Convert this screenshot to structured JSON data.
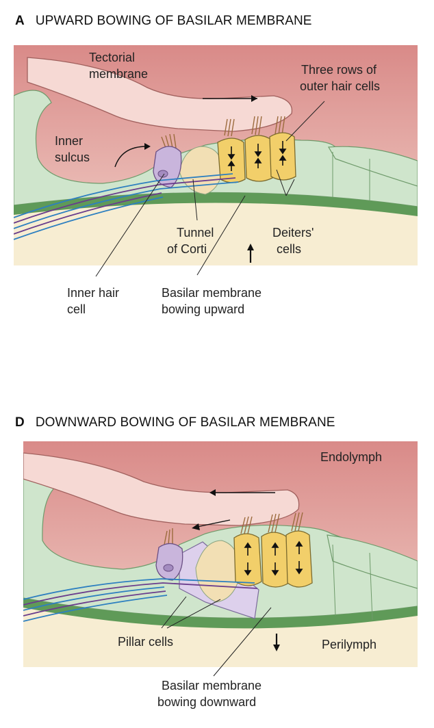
{
  "panel_a": {
    "letter": "A",
    "title": "UPWARD BOWING OF BASILAR MEMBRANE",
    "labels": {
      "tectorial_1": "Tectorial",
      "tectorial_2": "membrane",
      "three_rows_1": "Three rows of",
      "three_rows_2": "outer hair cells",
      "inner_sulcus_1": "Inner",
      "inner_sulcus_2": "sulcus",
      "tunnel_1": "Tunnel",
      "tunnel_2": "of Corti",
      "deiters_1": "Deiters'",
      "deiters_2": "cells",
      "inner_hair_1": "Inner hair",
      "inner_hair_2": "cell",
      "basilar_1": "Basilar membrane",
      "basilar_2": "bowing upward"
    }
  },
  "panel_d": {
    "letter": "D",
    "title": "DOWNWARD BOWING OF BASILAR MEMBRANE",
    "labels": {
      "endolymph": "Endolymph",
      "perilymph": "Perilymph",
      "pillar_cells": "Pillar cells",
      "basilar_1": "Basilar membrane",
      "basilar_2": "bowing downward"
    }
  },
  "colors": {
    "endolymph_top": "#d98a88",
    "endolymph_bottom": "#f1cfc7",
    "tectorial": "#f6d9d4",
    "support_cells": "#cfe5cc",
    "basilar": "#5f9a58",
    "outer_hair_cells": "#f2cf6a",
    "inner_hair_cell": "#c9b5dc",
    "perilymph": "#f7edd2",
    "nerve_blue": "#2d7fc0",
    "nerve_purple": "#6a3c8c"
  }
}
